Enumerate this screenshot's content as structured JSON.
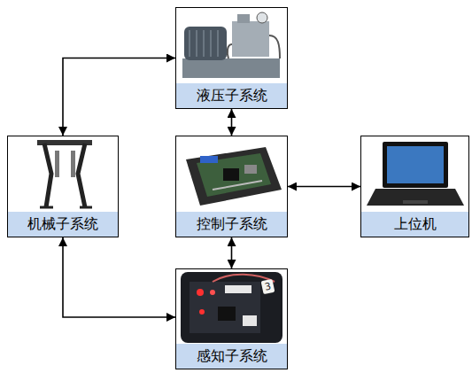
{
  "diagram": {
    "nodes": [
      {
        "text": [
          "液压子系统"
        ]
      },
      {
        "text": [
          "机械子系统"
        ]
      },
      {
        "text": [
          "控制子系统"
        ]
      },
      {
        "text": [
          "上位机"
        ]
      },
      {
        "text": [
          "感知子系统"
        ]
      }
    ],
    "edges": [
      {
        "from": 1,
        "to": 0,
        "arrow": "both"
      },
      {
        "from": 0,
        "to": 2,
        "arrow": "both"
      },
      {
        "from": 2,
        "to": 3,
        "arrow": "both"
      },
      {
        "from": 2,
        "to": 4,
        "arrow": "both"
      },
      {
        "from": 1,
        "to": 4,
        "arrow": "both"
      }
    ],
    "labels": [
      "3"
    ]
  }
}
